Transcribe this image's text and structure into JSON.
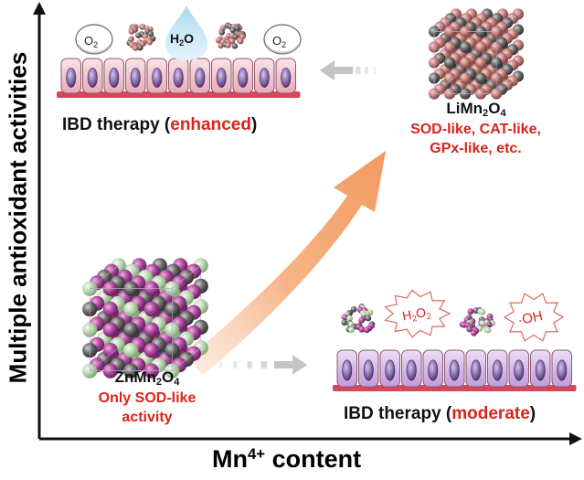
{
  "axes": {
    "y_label": "Multiple antioxidant activities",
    "x_label_prefix": "Mn",
    "x_label_sup": "4+",
    "x_label_suffix": " content"
  },
  "top_scene": {
    "o2_left": {
      "base": "O",
      "sub": "2"
    },
    "h2o": {
      "a": "H",
      "sub": "2",
      "b": "O"
    },
    "o2_right": {
      "base": "O",
      "sub": "2"
    },
    "therapy_prefix": "IBD therapy (",
    "therapy_level": "enhanced",
    "therapy_suffix": ")"
  },
  "bottom_scene": {
    "h2o2": {
      "a": "H",
      "sub1": "2",
      "b": "O",
      "sub2": "2"
    },
    "oh": "·OH",
    "therapy_prefix": "IBD therapy (",
    "therapy_level": "moderate",
    "therapy_suffix": ")"
  },
  "limn2o4": {
    "name_a": "LiMn",
    "name_sub1": "2",
    "name_b": "O",
    "name_sub2": "4",
    "activity_line1": "SOD-like, CAT-like,",
    "activity_line2": "GPx-like, etc."
  },
  "znmn2o4": {
    "name_a": "ZnMn",
    "name_sub1": "2",
    "name_b": "O",
    "name_sub2": "4",
    "activity_line1": "Only SOD-like",
    "activity_line2": "activity"
  },
  "colors": {
    "accent_red": "#d9241b",
    "arrow_orange": "#f4a36e",
    "arrow_grey": "#c9c9c9",
    "cell_pink": "#f2b8c2",
    "cell_purple": "#c9a3dc",
    "nucleus": "#8a6fb0",
    "atom_pink": "#c07a74",
    "atom_grey": "#6a6a6a",
    "atom_magenta": "#b0479c",
    "atom_green": "#b9dcb0",
    "water_blue": "#bfe1f5"
  }
}
